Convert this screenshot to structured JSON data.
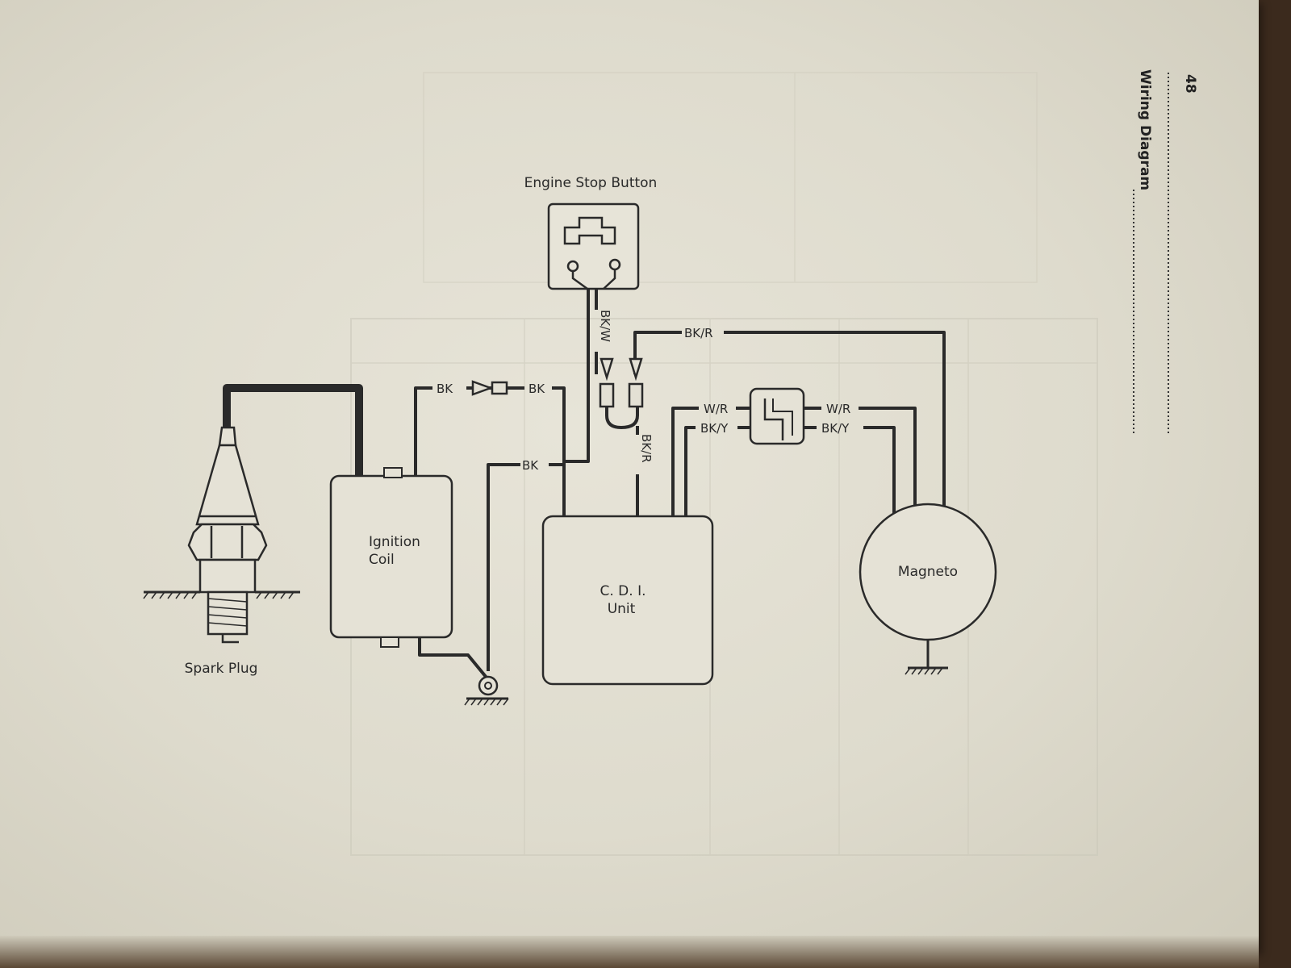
{
  "header": {
    "page_number": "48",
    "section_title": "Wiring Diagram"
  },
  "components": {
    "engine_stop_button": "Engine Stop Button",
    "ignition_coil_line1": "Ignition",
    "ignition_coil_line2": "Coil",
    "cdi_line1": "C. D. I.",
    "cdi_line2": "Unit",
    "magneto": "Magneto",
    "spark_plug": "Spark Plug"
  },
  "wires": {
    "bk_coil": "BK",
    "bk_connector": "BK",
    "bk_ground": "BK",
    "bk_w": "BK/W",
    "bk_r_top": "BK/R",
    "bk_r_cdi": "BK/R",
    "w_r_left": "W/R",
    "bk_y_left": "BK/Y",
    "w_r_right": "W/R",
    "bk_y_right": "BK/Y"
  },
  "colors": {
    "ink": "#2a2a2a",
    "paper": "#e3e0d4"
  }
}
